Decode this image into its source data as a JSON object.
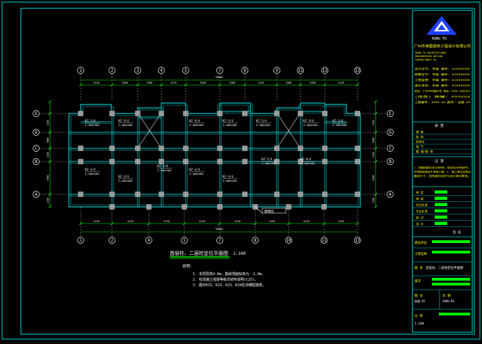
{
  "drawing": {
    "title": "首层柱、二层柱定位平面图",
    "scale": "1:100",
    "notes_heading": "说明：",
    "notes": [
      "1. 本层层高4.8m，基础顶面标高为 -1.0m。",
      "2. 柱混凝土强度等级见结构说明(C25)。",
      "3. 图中KZ1、KZ2、KZ3、KZ4柱详细配筋表。"
    ],
    "top_axes": [
      "1",
      "2",
      "3",
      "4",
      "5",
      "7",
      "8",
      "9",
      "11",
      "12",
      "13"
    ],
    "bottom_axes": [
      "1",
      "2",
      "4",
      "5",
      "7",
      "8",
      "10",
      "11",
      "13"
    ],
    "left_axes": [
      "E",
      "D",
      "C",
      "B",
      "A"
    ],
    "right_axes": [
      "E",
      "D",
      "C",
      "B",
      "A"
    ],
    "top_dims": [
      "4120",
      "3300",
      "3300",
      "4120",
      "3300",
      "3300",
      "4120",
      "3300",
      "3300",
      "4120"
    ],
    "top_total": "36000",
    "bottom_dims": [
      "4120",
      "4120",
      "4120",
      "4120",
      "4120",
      "4120",
      "4120",
      "4120"
    ],
    "bottom_total": "36000",
    "left_dims": [
      "2100",
      "3000",
      "1200",
      "3000",
      "2100"
    ],
    "right_dims": [
      "2100",
      "3000",
      "1200",
      "3000",
      "2100"
    ],
    "column_tags": [
      "KZ-2/4",
      "KZ-3/4",
      "KZ-4/4",
      "KZ-1/4",
      "KZ-2/4",
      "KZ-3/4",
      "KZ-1/4",
      "KZ-2/4",
      "KZ-3/4",
      "KZ-4/4",
      "KZ-2/4",
      "KZ-3/4",
      "KZ-1/4",
      "KZ-4/4"
    ],
    "column_specs": [
      "Z:400X500",
      "Z:400X500",
      "Z:400X500",
      "Z:400X500",
      "Z:400X500",
      "Z:400X500",
      "Z:400X500",
      "Z:400X500",
      "Z:400X500",
      "Z:400X500",
      "Z:400X500",
      "Z:400X500",
      "Z:400X500",
      "Z:400X500"
    ],
    "stair_label": "楼梯间"
  },
  "title_block": {
    "logo_text": "RONG TU",
    "company_cn": "广州市荣图建筑工程设计有限公司",
    "company_en": [
      "RONG TU ARCHITECTURAL",
      "ENGINEERING DESIGN",
      "CONSULTANCY CO."
    ],
    "cert_lines": [
      "设计证书: 甲级 编号: A144XXXXX",
      "勘察证书: 甲级 编号: A144XXXXX",
      "工程监理: 甲级 编号: A144XXXXX",
      "造价咨询: 甲级 编号: A144XXXXX",
      "地址: 广州市XX路XX号 电话: XXXX-XXXXXXX",
      "(传真) 邮编: XXXXXX",
      "工程编号: XXXX-XX 图号: 结施-XX"
    ],
    "section1_label": "会 签",
    "section1_rows": [
      "建 筑",
      "结 构",
      "给排水",
      "电 气",
      "暖 通/弱 电"
    ],
    "note_label": "注 意",
    "note_text": [
      "1. 本图纸版权归本公司所有，未经本公司书面许可，",
      "不得复制或用于其他工程。2. 施工单位应核对",
      "图纸尺寸，如有疑问及时与设计单位联系。"
    ],
    "sign_rows": [
      "审 定",
      "审 核",
      "项目负责",
      "专业负责",
      "校 对",
      "设 计"
    ],
    "sign_right": "签 名",
    "proj_label": "建设单位",
    "proj_name": "工程名称",
    "drawing_label": "图 名",
    "drawing_value": "首层柱、二层柱定位平面图",
    "bottom_left": "图 号",
    "bottom_mid": "日 期",
    "bottom_right": "比 例",
    "sheet_no": "结施-05",
    "date": "2008.08",
    "version": "版次"
  },
  "colors": {
    "frame": "#00e0e0",
    "walls": "#00c8c8",
    "axis": "#ffffff",
    "dim": "#00ff00",
    "text": "#ffffff",
    "column": "#9a9a9a",
    "bar": "#00ff00",
    "accent": "#ffff00",
    "magenta": "#ff40ff"
  }
}
